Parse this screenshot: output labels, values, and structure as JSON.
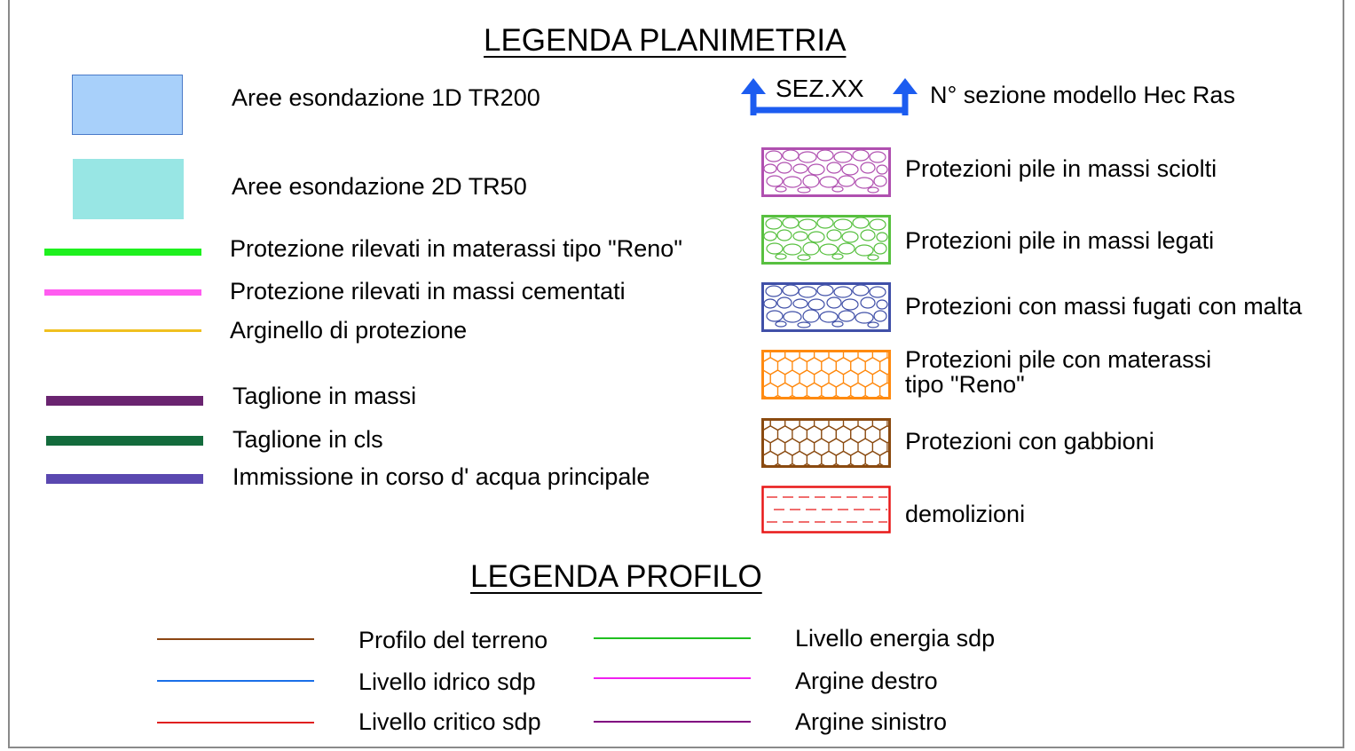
{
  "headings": {
    "planimetria": "LEGENDA PLANIMETRIA",
    "profilo": "LEGENDA PROFILO"
  },
  "plan_left": [
    {
      "label": "Aree esondazione 1D TR200",
      "symbol": "area-fill",
      "color": "#a8d0fa"
    },
    {
      "label": "Aree esondazione 2D TR50",
      "symbol": "area-fill",
      "color": "#98e6e4"
    },
    {
      "label": "Protezione rilevati in materassi tipo \"Reno\"",
      "symbol": "line",
      "color": "#1ef01e"
    },
    {
      "label": "Protezione rilevati in massi cementati",
      "symbol": "line",
      "color": "#ff5cf0"
    },
    {
      "label": "Arginello di protezione",
      "symbol": "line",
      "color": "#f0c020"
    },
    {
      "label": "Taglione in massi",
      "symbol": "line",
      "color": "#6a2470"
    },
    {
      "label": "Taglione in cls",
      "symbol": "line",
      "color": "#136b3c"
    },
    {
      "label": "Immissione in corso d' acqua principale",
      "symbol": "line",
      "color": "#5a48b0"
    }
  ],
  "plan_right": {
    "section": {
      "marker": "SEZ.XX",
      "label": "N° sezione modello Hec Ras",
      "color": "#1c5cf0"
    },
    "items": [
      {
        "label": "Protezioni pile in massi sciolti",
        "symbol": "stones-pattern",
        "color": "#b050b0"
      },
      {
        "label": "Protezioni pile in massi legati",
        "symbol": "stones-pattern",
        "color": "#58c040"
      },
      {
        "label": "Protezioni con massi fugati con malta",
        "symbol": "stones-pattern",
        "color": "#4050a8"
      },
      {
        "label_line1": "Protezioni pile con materassi",
        "label_line2": "tipo \"Reno\"",
        "symbol": "hex-pattern",
        "color": "#ff8a10"
      },
      {
        "label": "Protezioni con gabbioni",
        "symbol": "hex-pattern",
        "color": "#8a4a10"
      },
      {
        "label": "demolizioni",
        "symbol": "dash-pattern",
        "color": "#e81818"
      }
    ]
  },
  "profilo": [
    {
      "label": "Profilo del terreno",
      "color": "#8b4513"
    },
    {
      "label": "Livello idrico sdp",
      "color": "#1a6fe8"
    },
    {
      "label": "Livello critico sdp",
      "color": "#e02020"
    },
    {
      "label": "Livello energia sdp",
      "color": "#20c020"
    },
    {
      "label": "Argine destro",
      "color": "#f020f0"
    },
    {
      "label": "Argine sinistro",
      "color": "#800080"
    }
  ]
}
